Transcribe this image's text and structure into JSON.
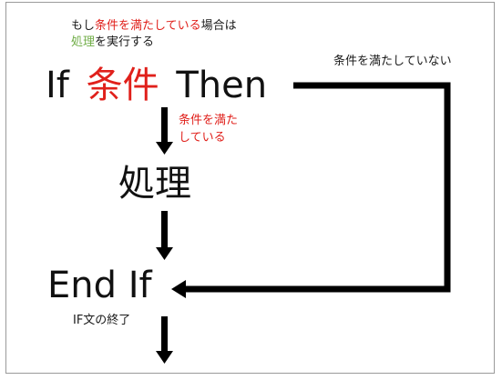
{
  "note_top": {
    "line1_pre": "もし",
    "line1_cond": "条件を満たしている",
    "line1_post": "場合は",
    "line2_proc": "処理",
    "line2_post": "を実行する"
  },
  "if_line": {
    "keyword_if": "If",
    "condition": "条件",
    "keyword_then": "Then"
  },
  "note_false": "条件を満たしていない",
  "note_true": {
    "line1": "条件を満た",
    "line2": "している"
  },
  "process": "処理",
  "end_if": "End If",
  "note_end": "IF文の終了",
  "colors": {
    "condition": "#e0201b",
    "process": "#70ad47",
    "arrow": "#000000"
  }
}
